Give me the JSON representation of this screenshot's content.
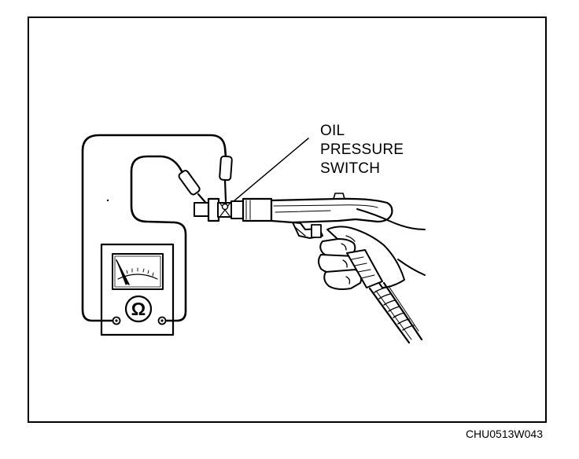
{
  "diagram": {
    "callout_label": [
      "OIL",
      "PRESSURE",
      "SWITCH"
    ],
    "figure_code": "CHU0513W043",
    "meter_symbol": "Ω",
    "icons": [
      "ohmmeter-icon",
      "oil-pressure-switch-icon",
      "pressure-gauge-gun-icon",
      "hand-icon",
      "test-probe-icon"
    ],
    "ink_color": "#000000",
    "paper_color": "#ffffff"
  }
}
